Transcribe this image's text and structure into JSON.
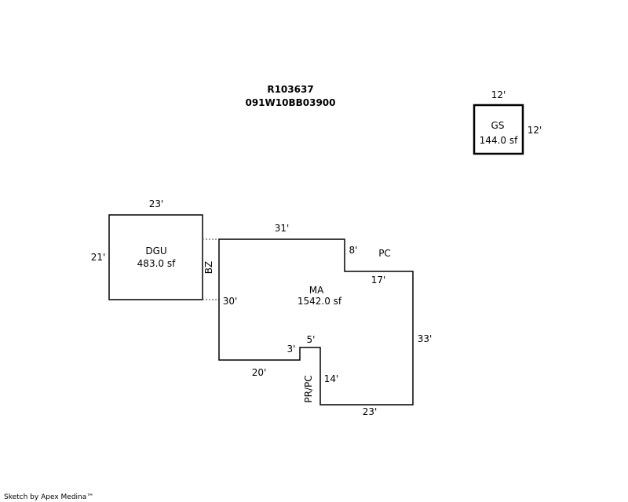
{
  "header": {
    "parcel_id": "R103637",
    "map_number": "091W10BB03900"
  },
  "areas": {
    "gs": {
      "code": "GS",
      "area": "144.0 sf",
      "top": "12'",
      "right": "12'"
    },
    "dgu": {
      "code": "DGU",
      "area": "483.0 sf",
      "top": "23'",
      "left": "21'"
    },
    "ma": {
      "code": "MA",
      "area": "1542.0 sf",
      "top": "31'",
      "notch_right": "8'",
      "notch_top": "17'",
      "right": "33'",
      "bottom_right": "23'",
      "inner_vertical": "14'",
      "step_top": "5'",
      "step_left": "3'",
      "bottom_left": "20'",
      "left": "30'"
    }
  },
  "tags": {
    "pc": "PC",
    "bz": "BZ",
    "pr_pc": "PR/PC"
  },
  "footer": {
    "credit": "Sketch by Apex Medina™"
  },
  "colors": {
    "line": "#000000",
    "connector": "#808080",
    "background": "#ffffff"
  }
}
